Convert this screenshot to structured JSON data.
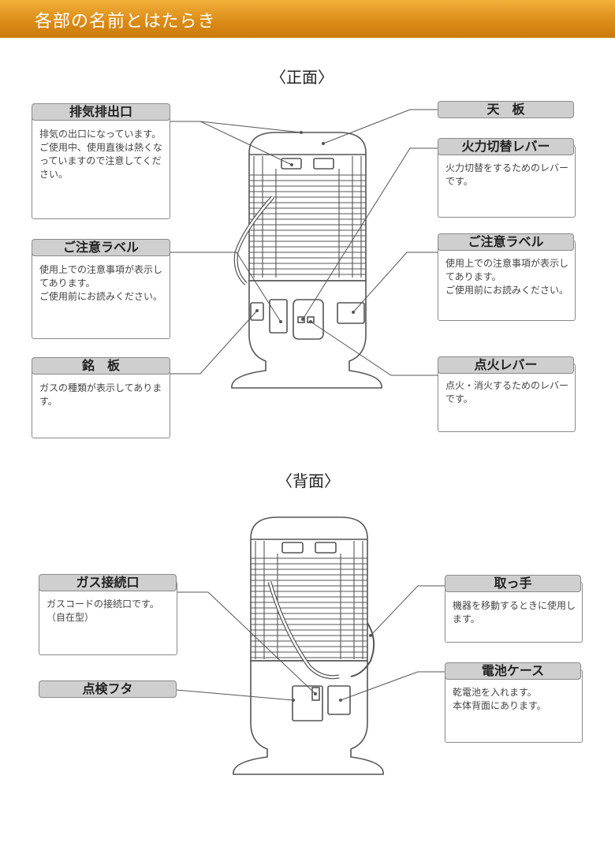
{
  "header": {
    "title": "各部の名前とはたらき"
  },
  "front": {
    "title": "〈正面〉",
    "labels": {
      "exhaust": {
        "name": "排気排出口",
        "desc": "排気の出口になっています。\nご使用中、使用直後は熱くなっていますので注意してください。"
      },
      "caution_left": {
        "name": "ご注意ラベル",
        "desc": "使用上での注意事項が表示してあります。\nご使用前にお読みください。"
      },
      "nameplate": {
        "name": "銘　板",
        "desc": "ガスの種類が表示してあります。"
      },
      "top_plate": {
        "name": "天　板",
        "desc": ""
      },
      "fire_lever": {
        "name": "火力切替レバー",
        "desc": "火力切替をするためのレバーです。"
      },
      "caution_right": {
        "name": "ご注意ラベル",
        "desc": "使用上での注意事項が表示してあります。\nご使用前にお読みください。"
      },
      "ignition_lever": {
        "name": "点火レバー",
        "desc": "点火・消火するためのレバーです。"
      }
    }
  },
  "back": {
    "title": "〈背面〉",
    "labels": {
      "gas_inlet": {
        "name": "ガス接続口",
        "desc": "ガスコードの接続口です。\n（自在型）"
      },
      "inspection_cover": {
        "name": "点検フタ",
        "desc": ""
      },
      "handle": {
        "name": "取っ手",
        "desc": "機器を移動するときに使用します。"
      },
      "battery_case": {
        "name": "電池ケース",
        "desc": "乾電池を入れます。\n本体背面にあります。"
      }
    }
  },
  "colors": {
    "header_orange": "#e39a22",
    "label_gray": "#cfcfcf",
    "line": "#555555"
  }
}
